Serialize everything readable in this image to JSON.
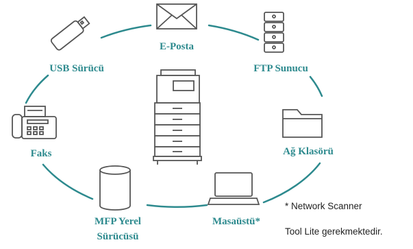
{
  "destinations": {
    "email": "E-Posta",
    "usb": "USB Sürücü",
    "ftp": "FTP Sunucu",
    "fax": "Faks",
    "folder": "Ağ Klasörü",
    "mfp_line1": "MFP Yerel",
    "mfp_line2": "Sürücüsü",
    "desktop": "Masaüstü*"
  },
  "footnote": {
    "line1": "* Network  Scanner",
    "line2": "Tool Lite gerekmektedir."
  },
  "colors": {
    "accent": "#2d8a8e",
    "icon_stroke": "#555555"
  }
}
